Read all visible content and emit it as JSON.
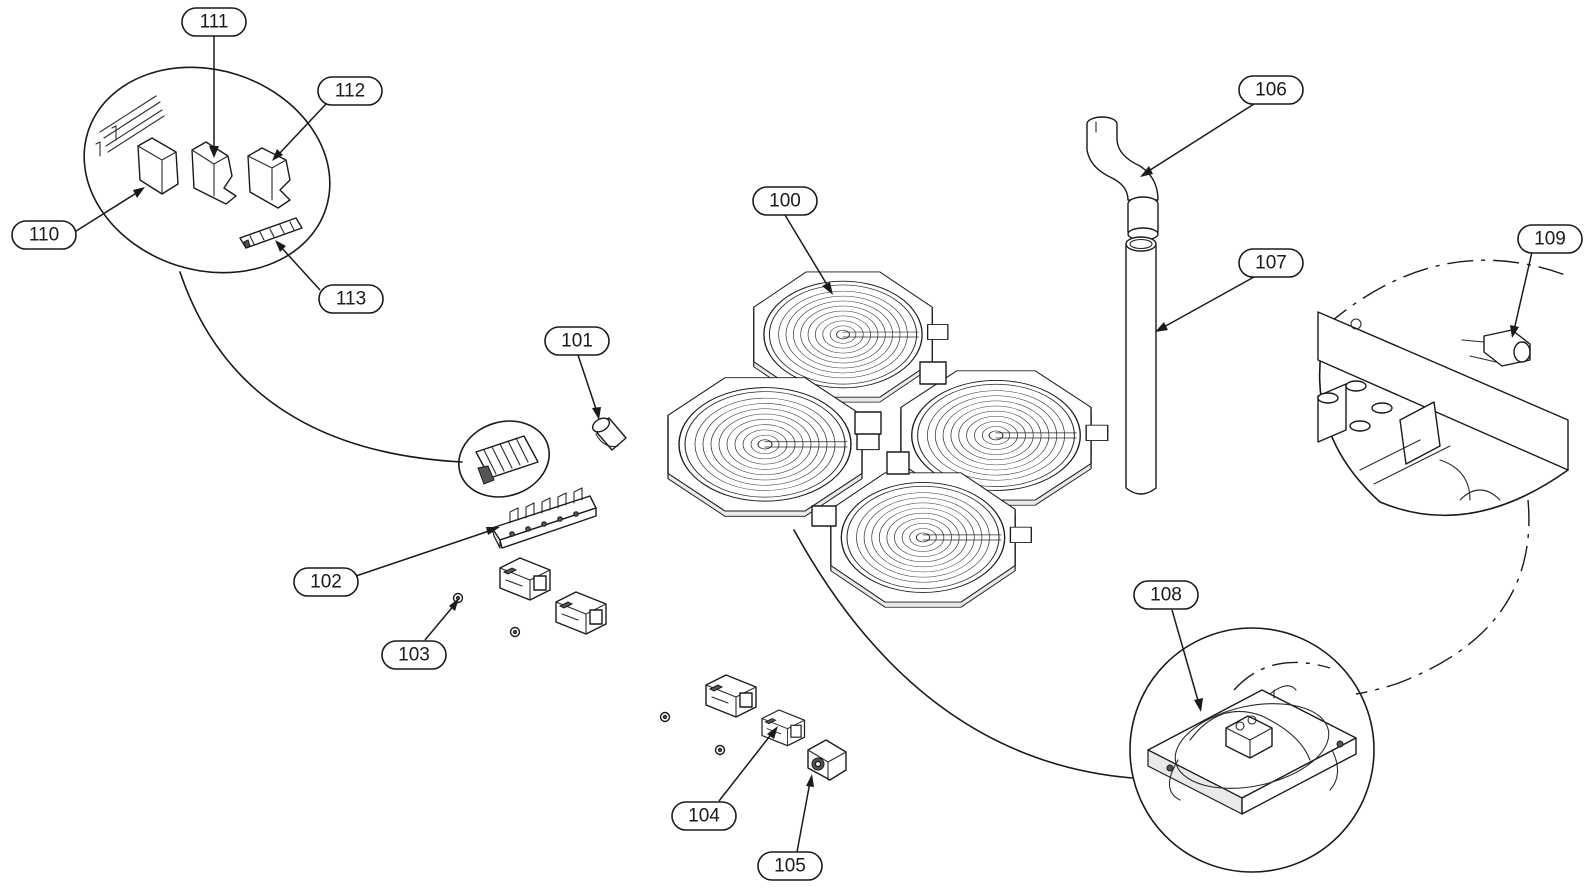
{
  "callouts": [
    {
      "id": "c100",
      "label": "100",
      "part": "hob-plate-assembly"
    },
    {
      "id": "c101",
      "label": "101",
      "part": "knob"
    },
    {
      "id": "c102",
      "label": "102",
      "part": "terminal-strip"
    },
    {
      "id": "c103",
      "label": "103",
      "part": "screw"
    },
    {
      "id": "c104",
      "label": "104",
      "part": "energy-regulator"
    },
    {
      "id": "c105",
      "label": "105",
      "part": "switch"
    },
    {
      "id": "c106",
      "label": "106",
      "part": "exhaust-elbow"
    },
    {
      "id": "c107",
      "label": "107",
      "part": "exhaust-pipe"
    },
    {
      "id": "c108",
      "label": "108",
      "part": "cooling-fan"
    },
    {
      "id": "c109",
      "label": "109",
      "part": "fan-capacitor"
    },
    {
      "id": "c110",
      "label": "110",
      "part": "terminal-end-cap"
    },
    {
      "id": "c111",
      "label": "111",
      "part": "terminal-block"
    },
    {
      "id": "c112",
      "label": "112",
      "part": "terminal-block-alt"
    },
    {
      "id": "c113",
      "label": "113",
      "part": "jumper-bridge"
    }
  ]
}
